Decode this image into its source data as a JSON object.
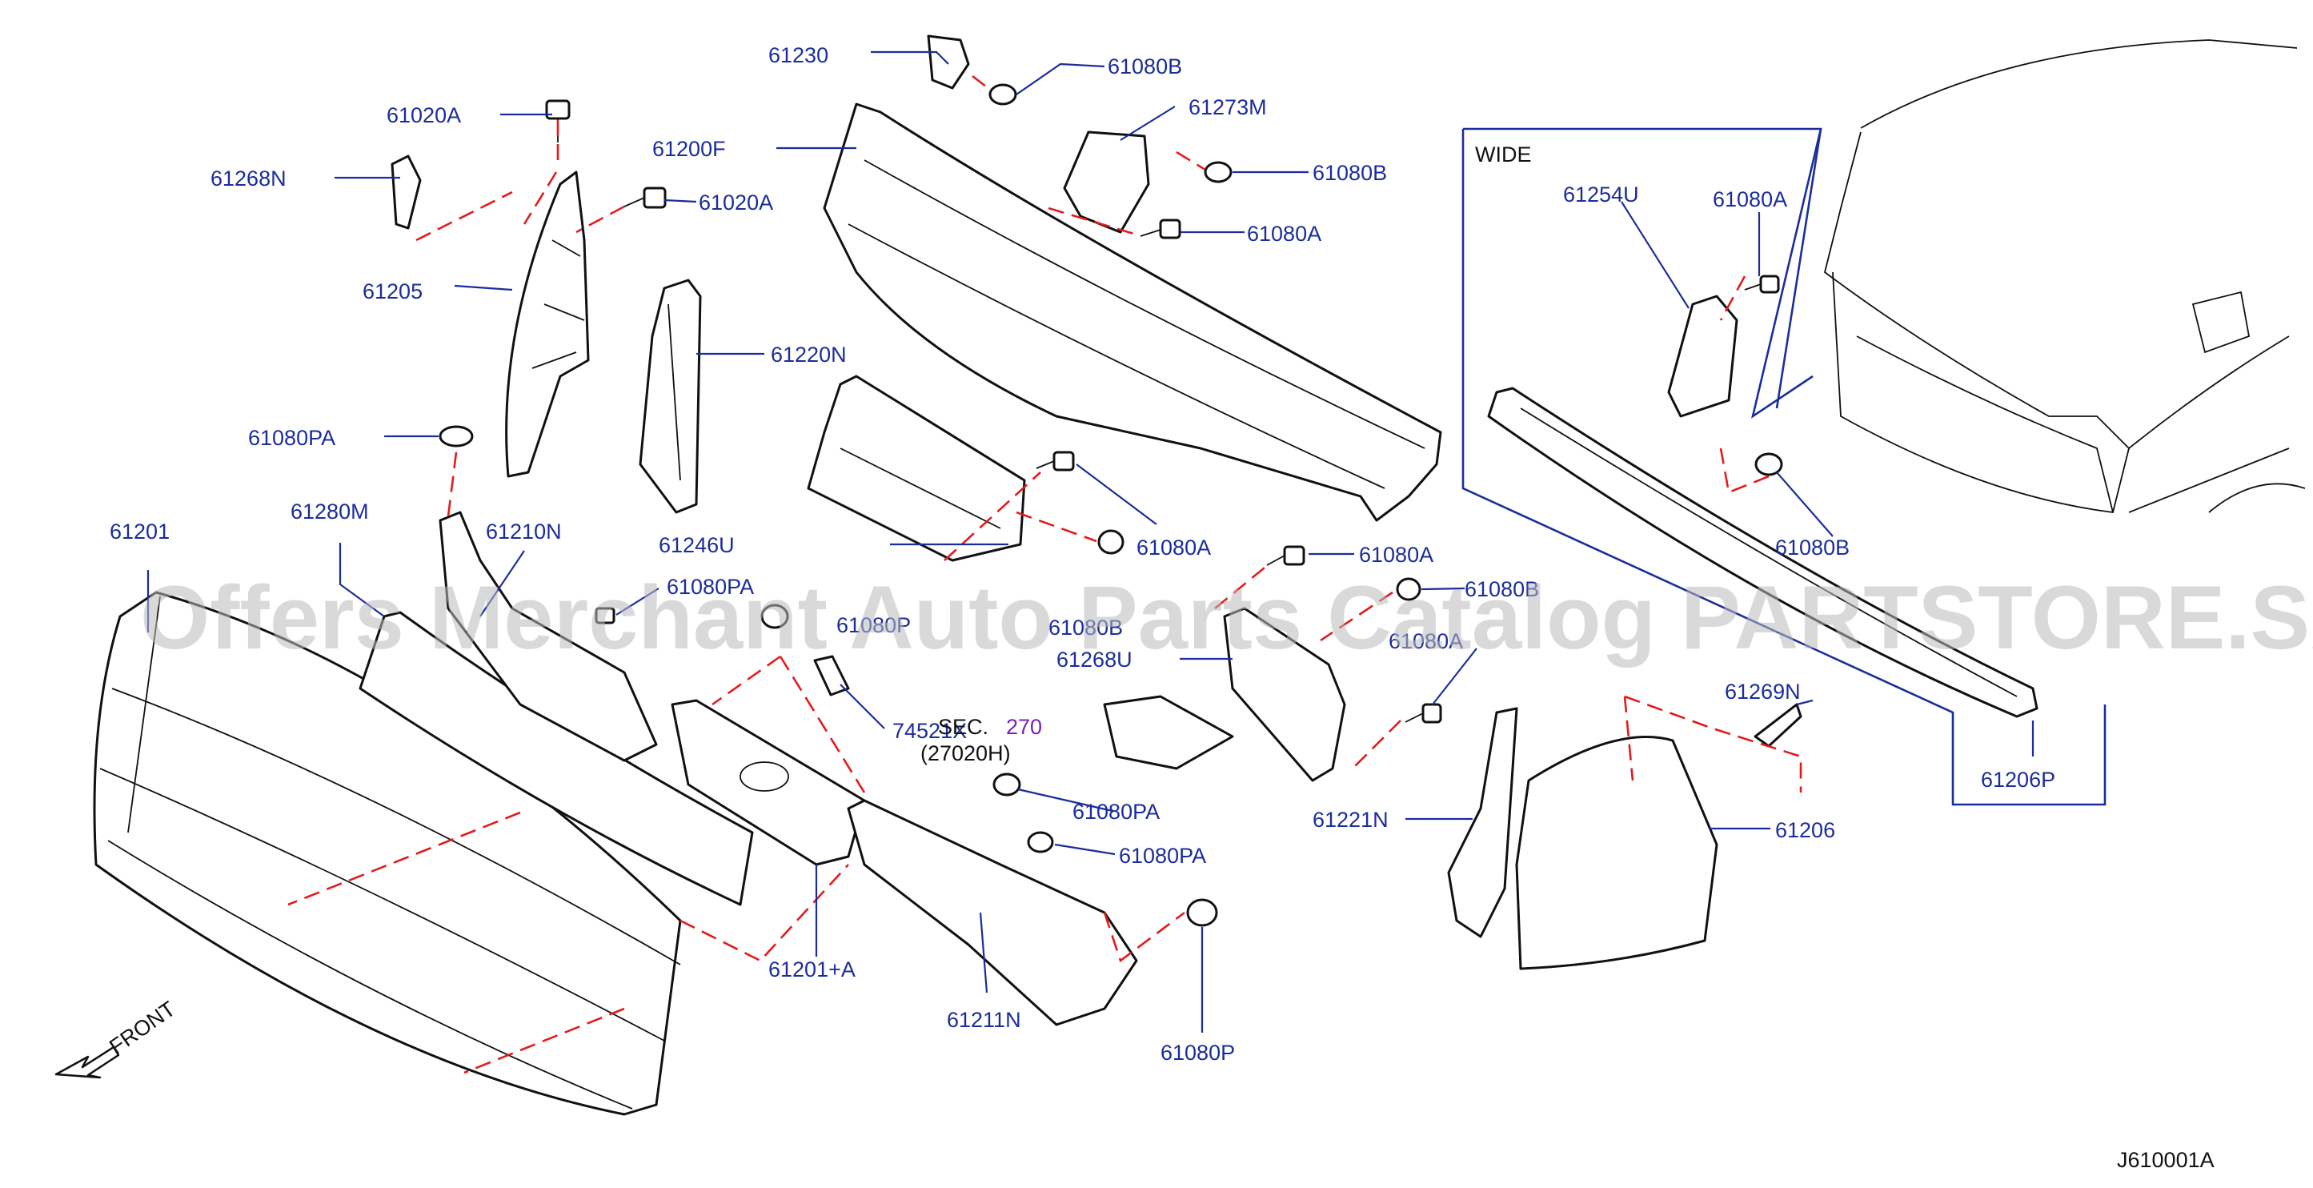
{
  "labels": {
    "p61230": "61230",
    "p61080B_top": "61080B",
    "p61273M": "61273M",
    "p61080B_right": "61080B",
    "p61080A_top": "61080A",
    "p61200F": "61200F",
    "p61020A_a": "61020A",
    "p61020A_b": "61020A",
    "p61268N": "61268N",
    "p61205": "61205",
    "p61220N": "61220N",
    "p61080PA_a": "61080PA",
    "p61201": "61201",
    "p61280M": "61280M",
    "p61210N": "61210N",
    "p61246U": "61246U",
    "p61080A_mid": "61080A",
    "p61080PA_b": "61080PA",
    "p61080P_hidden": "61080P",
    "p61080B_hidden": "61080B",
    "p74521X": "74521X",
    "sec_line1": "SEC.",
    "sec_num": "270",
    "sec_line2": "(27020H)",
    "p61080PA_c": "61080PA",
    "p61080PA_d": "61080PA",
    "p61201A": "61201+A",
    "p61211N": "61211N",
    "p61080P": "61080P",
    "p61080A_right": "61080A",
    "p61080B_mid": "61080B",
    "p61080A_mid2": "61080A",
    "p61268U": "61268U",
    "p61221N": "61221N",
    "p61206": "61206",
    "p61269N": "61269N",
    "wide": "WIDE",
    "p61254U": "61254U",
    "p61080A_wide": "61080A",
    "p61080B_wide": "61080B",
    "p61206P": "61206P",
    "front": "FRONT",
    "diagram_code": "J610001A"
  },
  "watermark": "Offers Merchant Auto Parts Catalog PARTSTORE.SA",
  "colors": {
    "label": "#1b2d9c",
    "callout_dash": "#e21b1b",
    "section_ref": "#7a1fb8",
    "linework": "#111111",
    "watermark": "#b9b9b9"
  }
}
